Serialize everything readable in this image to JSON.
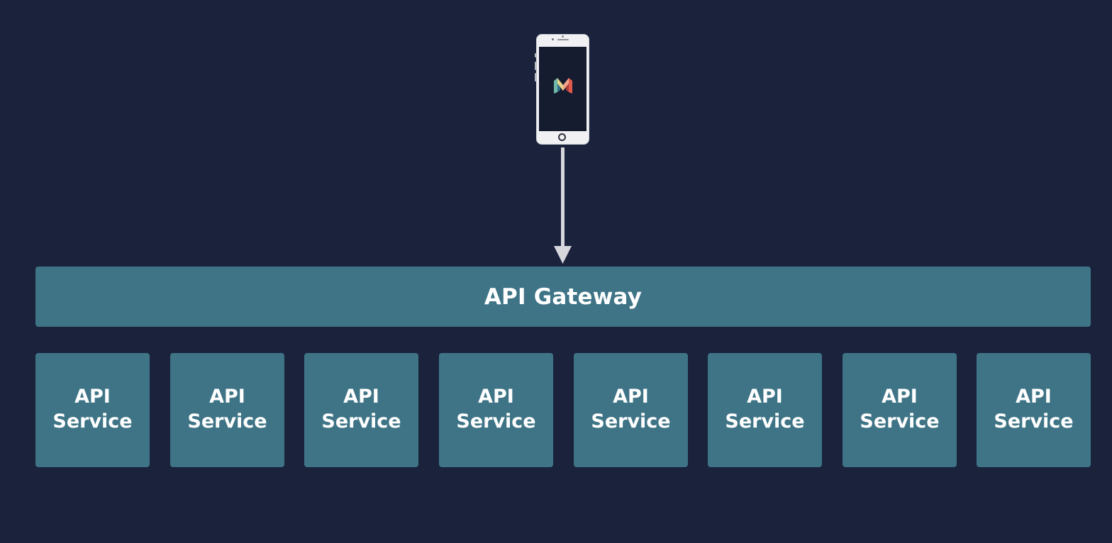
{
  "diagram": {
    "client": {
      "type": "phone",
      "icon": "monzo-m-logo-icon"
    },
    "gateway": {
      "label": "API Gateway"
    },
    "services": [
      {
        "label": "API\nService"
      },
      {
        "label": "API\nService"
      },
      {
        "label": "API\nService"
      },
      {
        "label": "API\nService"
      },
      {
        "label": "API\nService"
      },
      {
        "label": "API\nService"
      },
      {
        "label": "API\nService"
      },
      {
        "label": "API\nService"
      }
    ],
    "colors": {
      "background": "#1a223c",
      "box_fill": "#3e7486",
      "text": "#ffffff",
      "arrow": "#d6d7dc"
    }
  }
}
